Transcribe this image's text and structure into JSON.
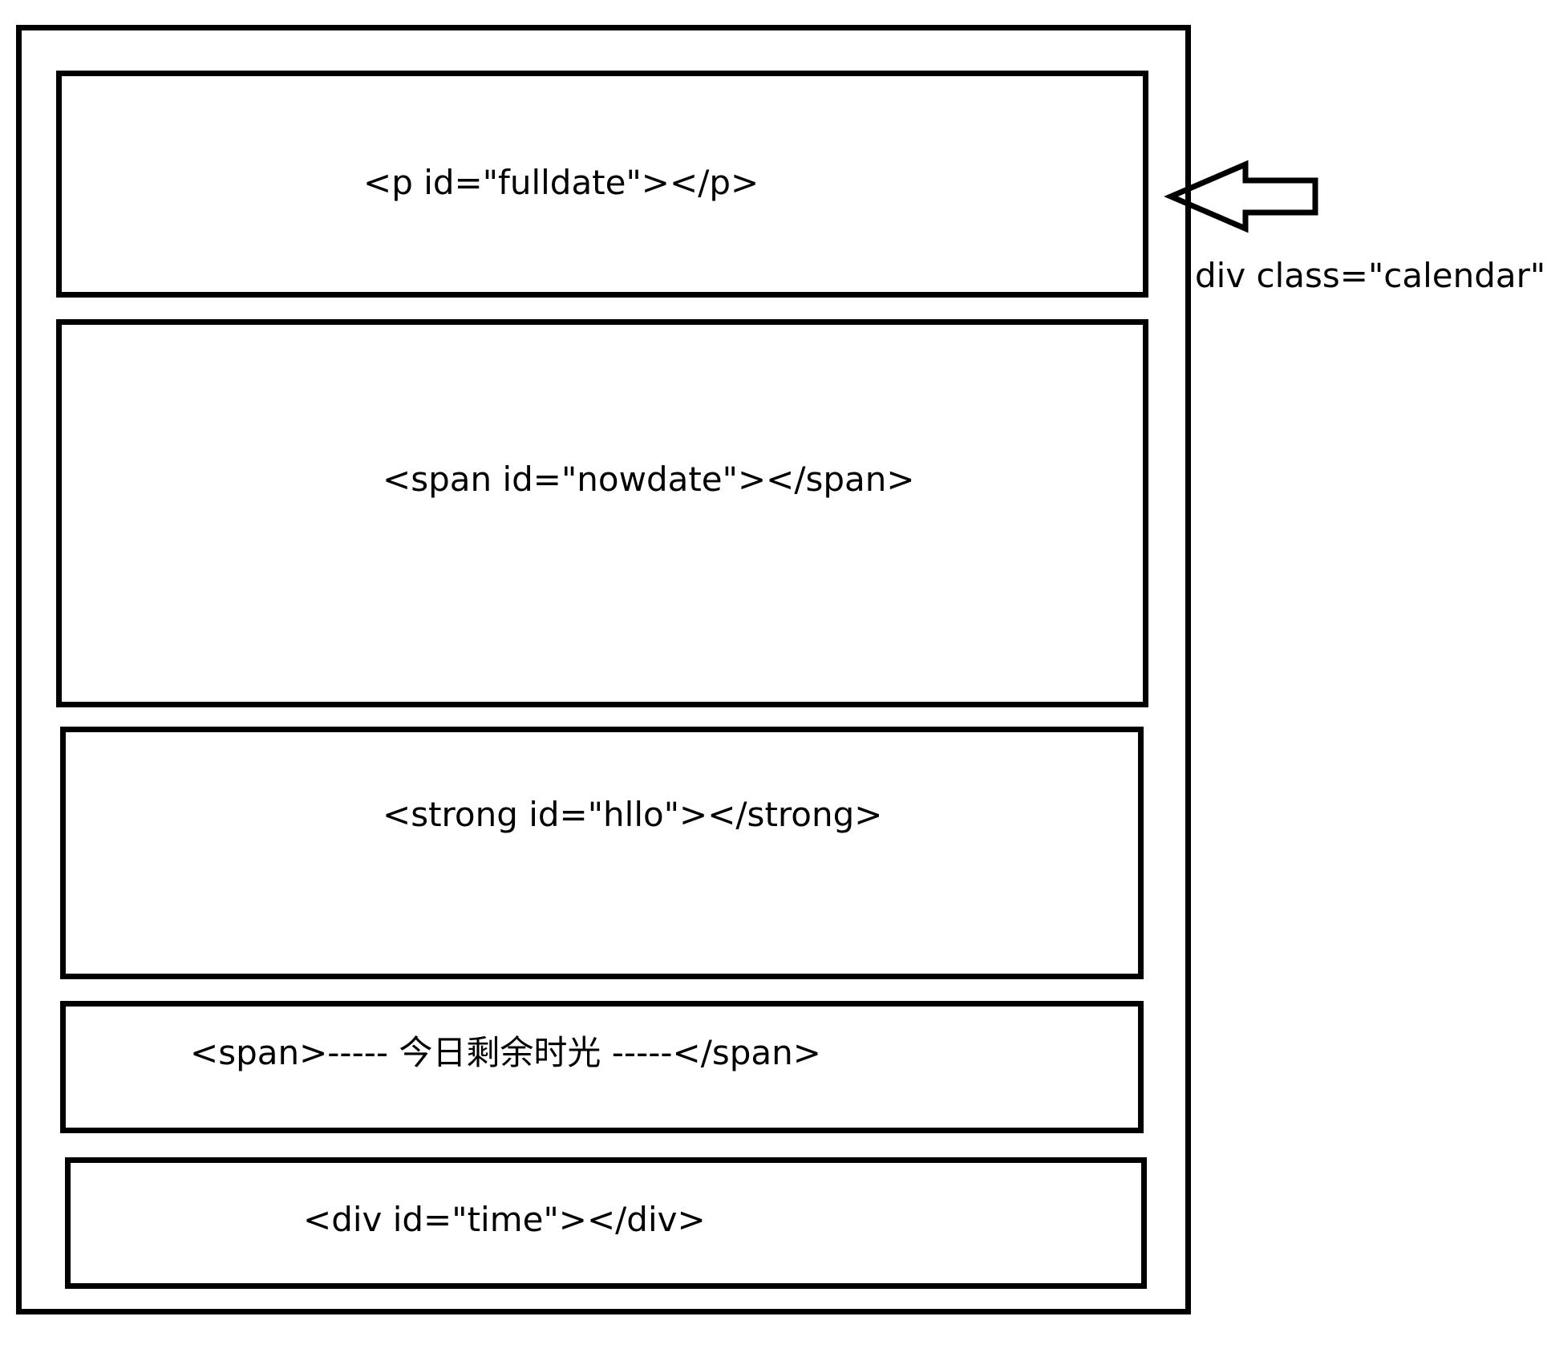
{
  "diagram": {
    "callout_label": "div class=\"calendar\"",
    "boxes": [
      {
        "id": "fulldate",
        "label": "<p id=\"fulldate\"></p>"
      },
      {
        "id": "nowdate",
        "label": "<span id=\"nowdate\"></span>"
      },
      {
        "id": "hllo",
        "label": "<strong id=\"hllo\"></strong>"
      },
      {
        "id": "remain",
        "label": "<span>----- 今日剩余时光 -----</span>"
      },
      {
        "id": "time",
        "label": "<div id=\"time\"></div>"
      }
    ],
    "arrow_icon": "left-arrow-icon"
  }
}
